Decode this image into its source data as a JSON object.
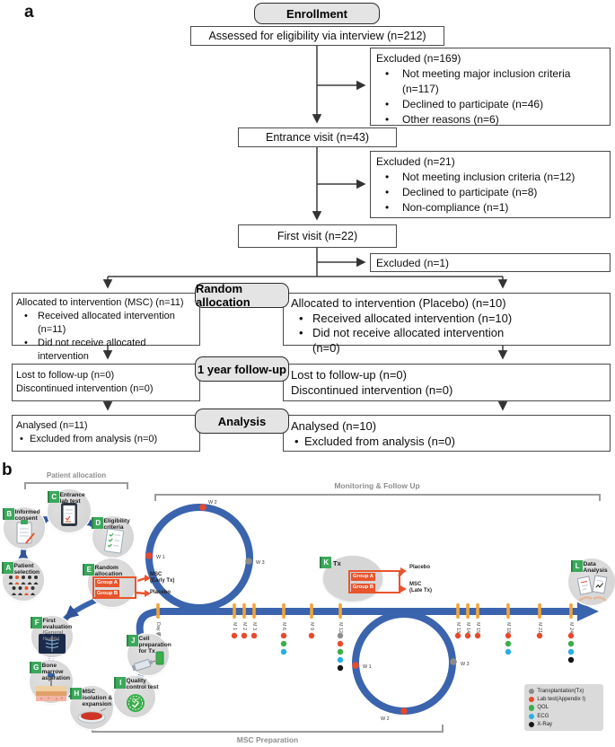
{
  "panel_a": {
    "label": "a",
    "stage_headers": {
      "enrollment": "Enrollment",
      "random_allocation": "Random allocation",
      "follow_up": "1 year follow-up",
      "analysis": "Analysis"
    },
    "boxes": {
      "assessed": "Assessed for eligibility via interview (n=212)",
      "entrance": "Entrance visit (n=43)",
      "first_visit": "First visit (n=22)",
      "excluded_1": {
        "title": "Excluded (n=169)",
        "items": [
          [
            "Not meeting major inclusion criteria",
            "(n=117)"
          ],
          [
            "Declined to participate (n=46)"
          ],
          [
            "Other reasons (n=6)"
          ]
        ]
      },
      "excluded_2": {
        "title": "Excluded (n=21)",
        "items": [
          [
            "Not meeting inclusion criteria (n=12)"
          ],
          [
            "Declined to participate (n=8)"
          ],
          [
            "Non-compliance (n=1)"
          ]
        ]
      },
      "excluded_3": {
        "title": "Excluded (n=1)",
        "items": []
      },
      "alloc_left": {
        "title": "Allocated to intervention (MSC) (n=11)",
        "items": [
          [
            "Received allocated intervention (n=11)"
          ],
          [
            "Did not receive allocated intervention",
            "(n=0)"
          ]
        ]
      },
      "alloc_right": {
        "title": "Allocated to intervention (Placebo) (n=10)",
        "items": [
          [
            "Received allocated intervention (n=10)"
          ],
          [
            "Did not receive allocated intervention",
            "(n=0)"
          ]
        ]
      },
      "followup_left": {
        "lines": [
          "Lost to follow-up (n=0)",
          "Discontinued intervention (n=0)"
        ]
      },
      "followup_right": {
        "lines": [
          "Lost to follow-up (n=0)",
          "Discontinued intervention (n=0)"
        ]
      },
      "analysis_left": {
        "title": "Analysed (n=11)",
        "items": [
          [
            "Excluded from analysis (n=0)"
          ]
        ]
      },
      "analysis_right": {
        "title": "Analysed (n=10)",
        "items": [
          [
            "Excluded from analysis (n=0)"
          ]
        ]
      }
    }
  },
  "panel_b": {
    "label": "b",
    "section_brackets": {
      "patient_allocation": "Patient allocation",
      "monitoring": "Monitoring & Follow Up",
      "msc_preparation": "MSC Preparation"
    },
    "steps": [
      {
        "letter": "A",
        "label": "Patient selection",
        "icon": "people"
      },
      {
        "letter": "B",
        "label": "Informed consent",
        "icon": "clipboard"
      },
      {
        "letter": "C",
        "label": "Entrance lab test",
        "icon": "tablet"
      },
      {
        "letter": "D",
        "label": "Eligibility criteria",
        "icon": "checklist"
      },
      {
        "letter": "E",
        "label": "Random allocation",
        "icon": "none",
        "groups": {
          "group_a": "Group A",
          "group_b": "Group B",
          "group_a_target": "MSC\n(Early Tx)",
          "group_b_target": "Placebo"
        }
      },
      {
        "letter": "F",
        "label": "First evaluation",
        "sublabel": "(General Health)",
        "icon": "xray"
      },
      {
        "letter": "G",
        "label": "Bone marrow aspiration",
        "icon": "aspiration"
      },
      {
        "letter": "H",
        "label": "MSC isolation & expansion",
        "icon": "petri"
      },
      {
        "letter": "I",
        "label": "Quality control test",
        "icon": "qc"
      },
      {
        "letter": "J",
        "label": "Cell preparation for Tx",
        "icon": "syringe"
      },
      {
        "letter": "K",
        "label": "Tx",
        "icon": "none",
        "groups": {
          "group_a": "Group A",
          "group_b": "Group B",
          "group_a_target": "Placebo",
          "group_b_target": "MSC\n(Late Tx)"
        }
      },
      {
        "letter": "L",
        "label": "Data Analysis",
        "icon": "analysis"
      }
    ],
    "event_colors": {
      "tx": "#8c8c8c",
      "lab": "#e8492b",
      "qol": "#3bae49",
      "ecg": "#27aee3",
      "xray": "#161616"
    },
    "timeline_ticks": [
      {
        "label": "Day 0",
        "events": [
          "tx"
        ]
      },
      {
        "label": "M 1",
        "events": [
          "lab"
        ]
      },
      {
        "label": "M 2",
        "events": [
          "lab"
        ]
      },
      {
        "label": "M 3",
        "events": [
          "lab"
        ]
      },
      {
        "label": "M 6",
        "events": [
          "lab",
          "qol",
          "ecg"
        ]
      },
      {
        "label": "M 9",
        "events": [
          "lab"
        ]
      },
      {
        "label": "M 12",
        "events": [
          "tx",
          "lab",
          "qol",
          "ecg",
          "xray"
        ]
      },
      {
        "label": "M 13",
        "events": [
          "lab"
        ]
      },
      {
        "label": "M 14",
        "events": [
          "lab"
        ]
      },
      {
        "label": "M 15",
        "events": [
          "lab"
        ]
      },
      {
        "label": "M 18",
        "events": [
          "lab",
          "qol",
          "ecg"
        ]
      },
      {
        "label": "M 21",
        "events": [
          "lab"
        ]
      },
      {
        "label": "M 24",
        "events": [
          "lab",
          "qol",
          "ecg",
          "xray"
        ]
      }
    ],
    "week_marks": [
      {
        "loop": 1,
        "label": "W 1",
        "type": "lab"
      },
      {
        "loop": 1,
        "label": "W 2",
        "type": "lab"
      },
      {
        "loop": 1,
        "label": "W 3",
        "type": "tx"
      },
      {
        "loop": 2,
        "label": "W 1",
        "type": "lab"
      },
      {
        "loop": 2,
        "label": "W 2",
        "type": "lab"
      },
      {
        "loop": 2,
        "label": "W 3",
        "type": "tx"
      }
    ],
    "legend": [
      {
        "label": "Transplantation(Tx)",
        "type": "tx"
      },
      {
        "label": "Lab test(Appendix I)",
        "type": "lab"
      },
      {
        "label": "QOL",
        "type": "qol"
      },
      {
        "label": "ECG",
        "type": "ecg"
      },
      {
        "label": "X-Ray",
        "type": "xray"
      }
    ],
    "colors": {
      "timeline_blue": "#3a64ad",
      "tick_orange": "#f2a33c",
      "accent_orange": "#e8542c",
      "step_green": "#3aa85b",
      "circle_gray": "#d9d9d9",
      "bracket_gray": "#9b9b9b"
    }
  }
}
